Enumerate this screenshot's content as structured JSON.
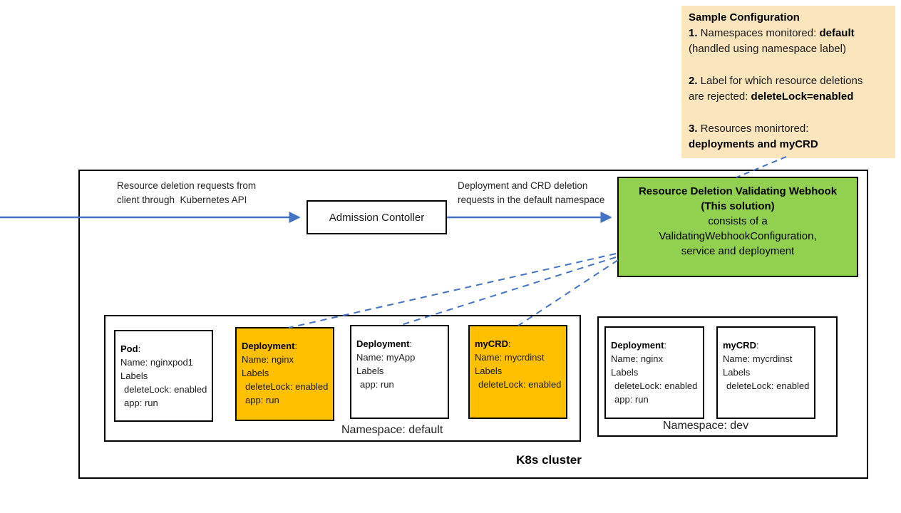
{
  "colors": {
    "accent_blue": "#4472C4",
    "highlight_orange": "#FFC000",
    "webhook_green": "#92D050",
    "config_cream": "#FAE5BD"
  },
  "punct": {
    "colon": ":"
  },
  "sample_config": {
    "title": "Sample Configuration",
    "lines": [
      {
        "b": "1.",
        "t": " Namespaces monitored: ",
        "b2": "default"
      },
      {
        "t": "(handled using namespace label)"
      },
      {
        "b": "2.",
        "t": " Label for which resource deletions"
      },
      {
        "t": "are rejected: ",
        "b2": "deleteLock=enabled"
      },
      {
        "b": "3.",
        "t": " Resources monirtored:"
      },
      {
        "b2": "deployments and myCRD"
      }
    ]
  },
  "flow": {
    "left_arrow_label": "Resource deletion requests from\nclient through  Kubernetes API",
    "admission_controller": "Admission Contoller",
    "right_arrow_label": "Deployment and CRD deletion\nrequests in the default namespace"
  },
  "webhook": {
    "title": "Resource Deletion Validating Webhook",
    "subtitle": "(This solution)",
    "body_lines": [
      "consists of a",
      "ValidatingWebhookConfiguration,",
      "service and deployment"
    ]
  },
  "cluster": {
    "label": "K8s cluster"
  },
  "namespaces": [
    {
      "label": "Namespace: default",
      "resources": [
        {
          "type": "Pod",
          "name": "Name: nginxpod1",
          "labels_title": "Labels",
          "labels": [
            "deleteLock: enabled",
            "app: run"
          ]
        },
        {
          "type": "Deployment",
          "name": "Name: nginx",
          "labels_title": "Labels",
          "labels": [
            "deleteLock: enabled",
            "app: run"
          ]
        },
        {
          "type": "Deployment",
          "name": "Name: myApp",
          "labels_title": "Labels",
          "labels": [
            "app: run"
          ]
        },
        {
          "type": "myCRD",
          "name": "Name: mycrdinst",
          "labels_title": "Labels",
          "labels": [
            "deleteLock: enabled"
          ]
        }
      ]
    },
    {
      "label": "Namespace: dev",
      "resources": [
        {
          "type": "Deployment",
          "name": "Name: nginx",
          "labels_title": "Labels",
          "labels": [
            "deleteLock: enabled",
            "app: run"
          ]
        },
        {
          "type": "myCRD",
          "name": "Name: mycrdinst",
          "labels_title": "Labels",
          "labels": [
            "deleteLock: enabled"
          ]
        }
      ]
    }
  ]
}
